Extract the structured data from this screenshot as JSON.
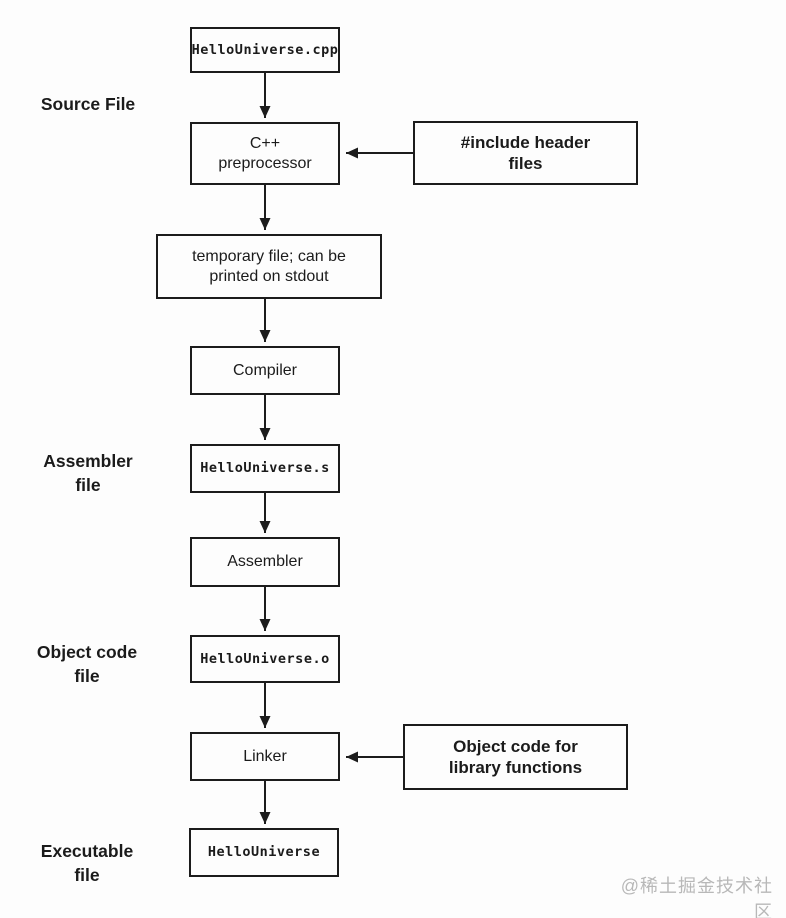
{
  "colors": {
    "ink": "#1c1c1c",
    "background": "#fdfdfd",
    "watermark": "#b8b8b8"
  },
  "diagram": {
    "side_labels": {
      "source": "Source File",
      "assembler": "Assembler\nfile",
      "object": "Object code\nfile",
      "executable": "Executable\nfile"
    },
    "nodes": {
      "source_file": "HelloUniverse.cpp",
      "preprocessor": "C++\npreprocessor",
      "temp_file": "temporary file; can be\nprinted on stdout",
      "compiler": "Compiler",
      "assembly_file": "HelloUniverse.s",
      "assembler": "Assembler",
      "object_file": "HelloUniverse.o",
      "linker": "Linker",
      "executable": "HelloUniverse"
    },
    "annotations": {
      "include_headers": "#include header\nfiles",
      "library_object_code": "Object code for\nlibrary functions"
    }
  },
  "watermark": "@稀土掘金技术社区"
}
